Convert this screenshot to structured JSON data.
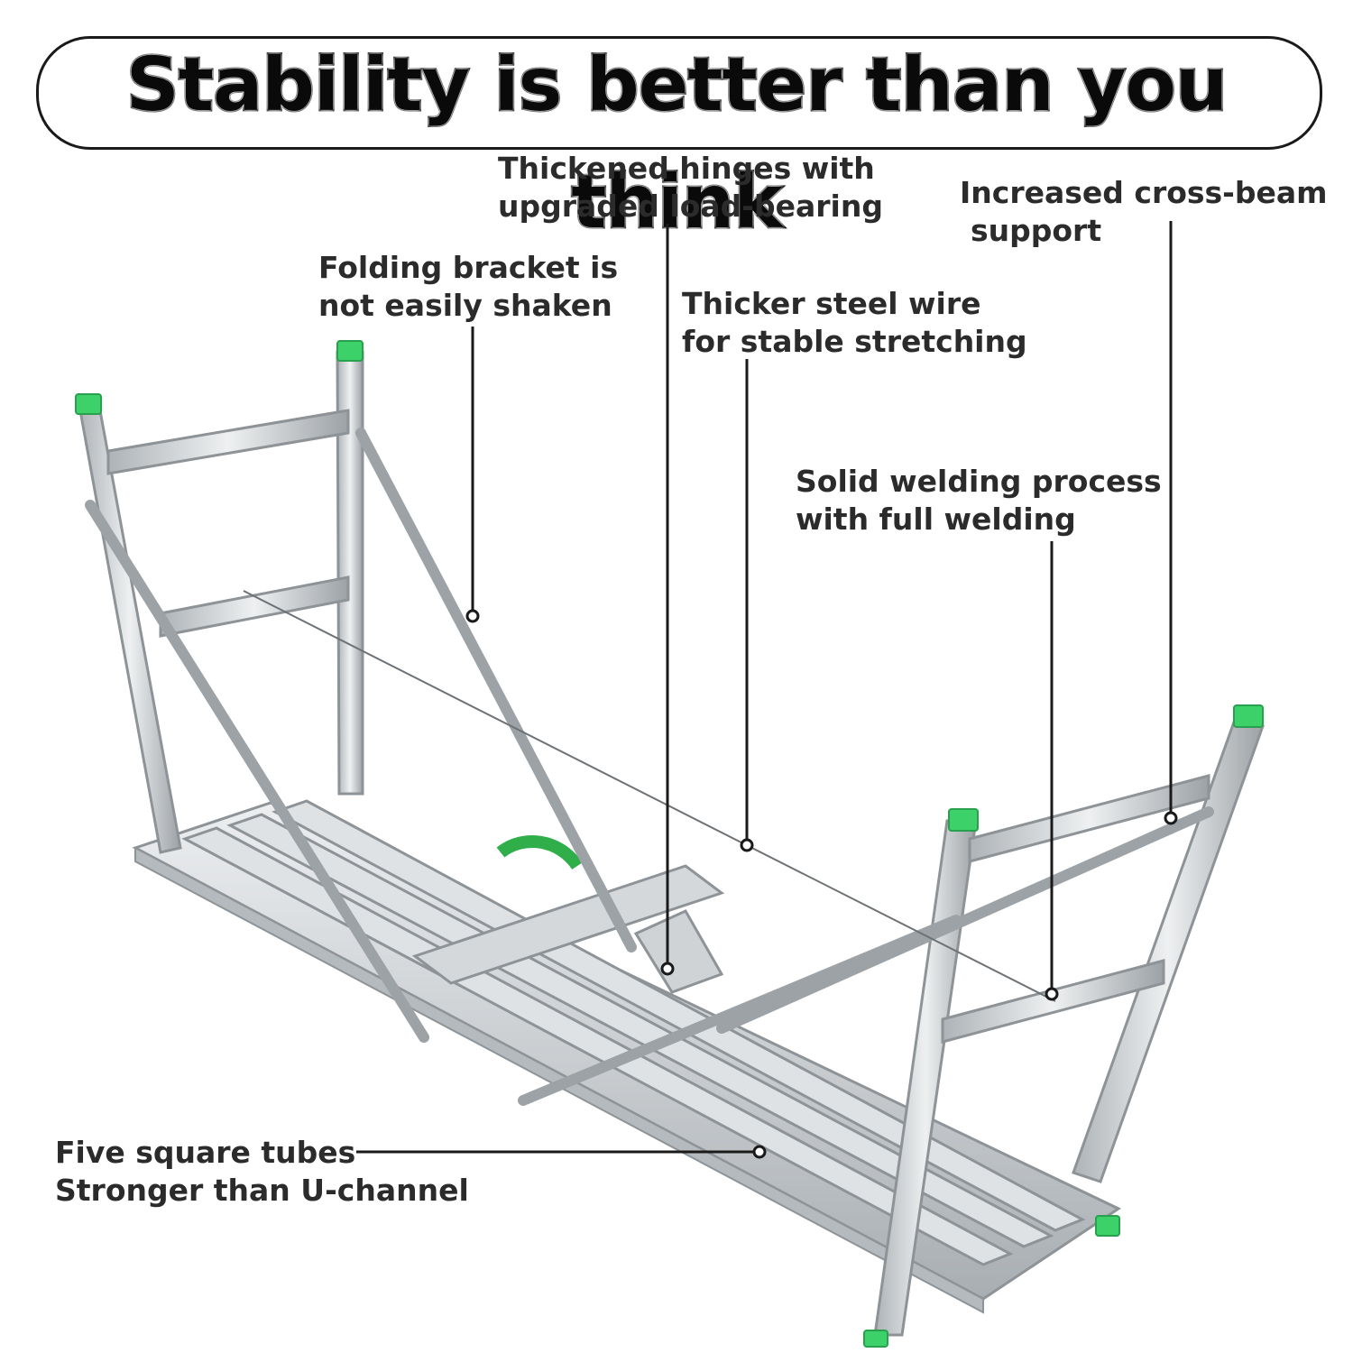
{
  "headline": "Stability is better than you think",
  "callouts": {
    "hinges": {
      "line1": "Thickened hinges with",
      "line2": "upgraded load-bearing"
    },
    "crossbeam": {
      "line1": "Increased cross-beam",
      "line2": "support"
    },
    "bracket": {
      "line1": "Folding bracket is",
      "line2": "not easily shaken"
    },
    "wire": {
      "line1": "Thicker steel wire",
      "line2": "for stable stretching"
    },
    "welding": {
      "line1": "Solid welding process",
      "line2": "with full welding"
    },
    "tubes": {
      "line1": "Five square tubes",
      "line2": "Stronger than U-channel"
    }
  },
  "colors": {
    "metal": "#c9cdd0",
    "metal_dark": "#8e9397",
    "foot_cap": "#3dd16a",
    "strap": "#2fae4a",
    "leader": "#1a1a1a"
  }
}
